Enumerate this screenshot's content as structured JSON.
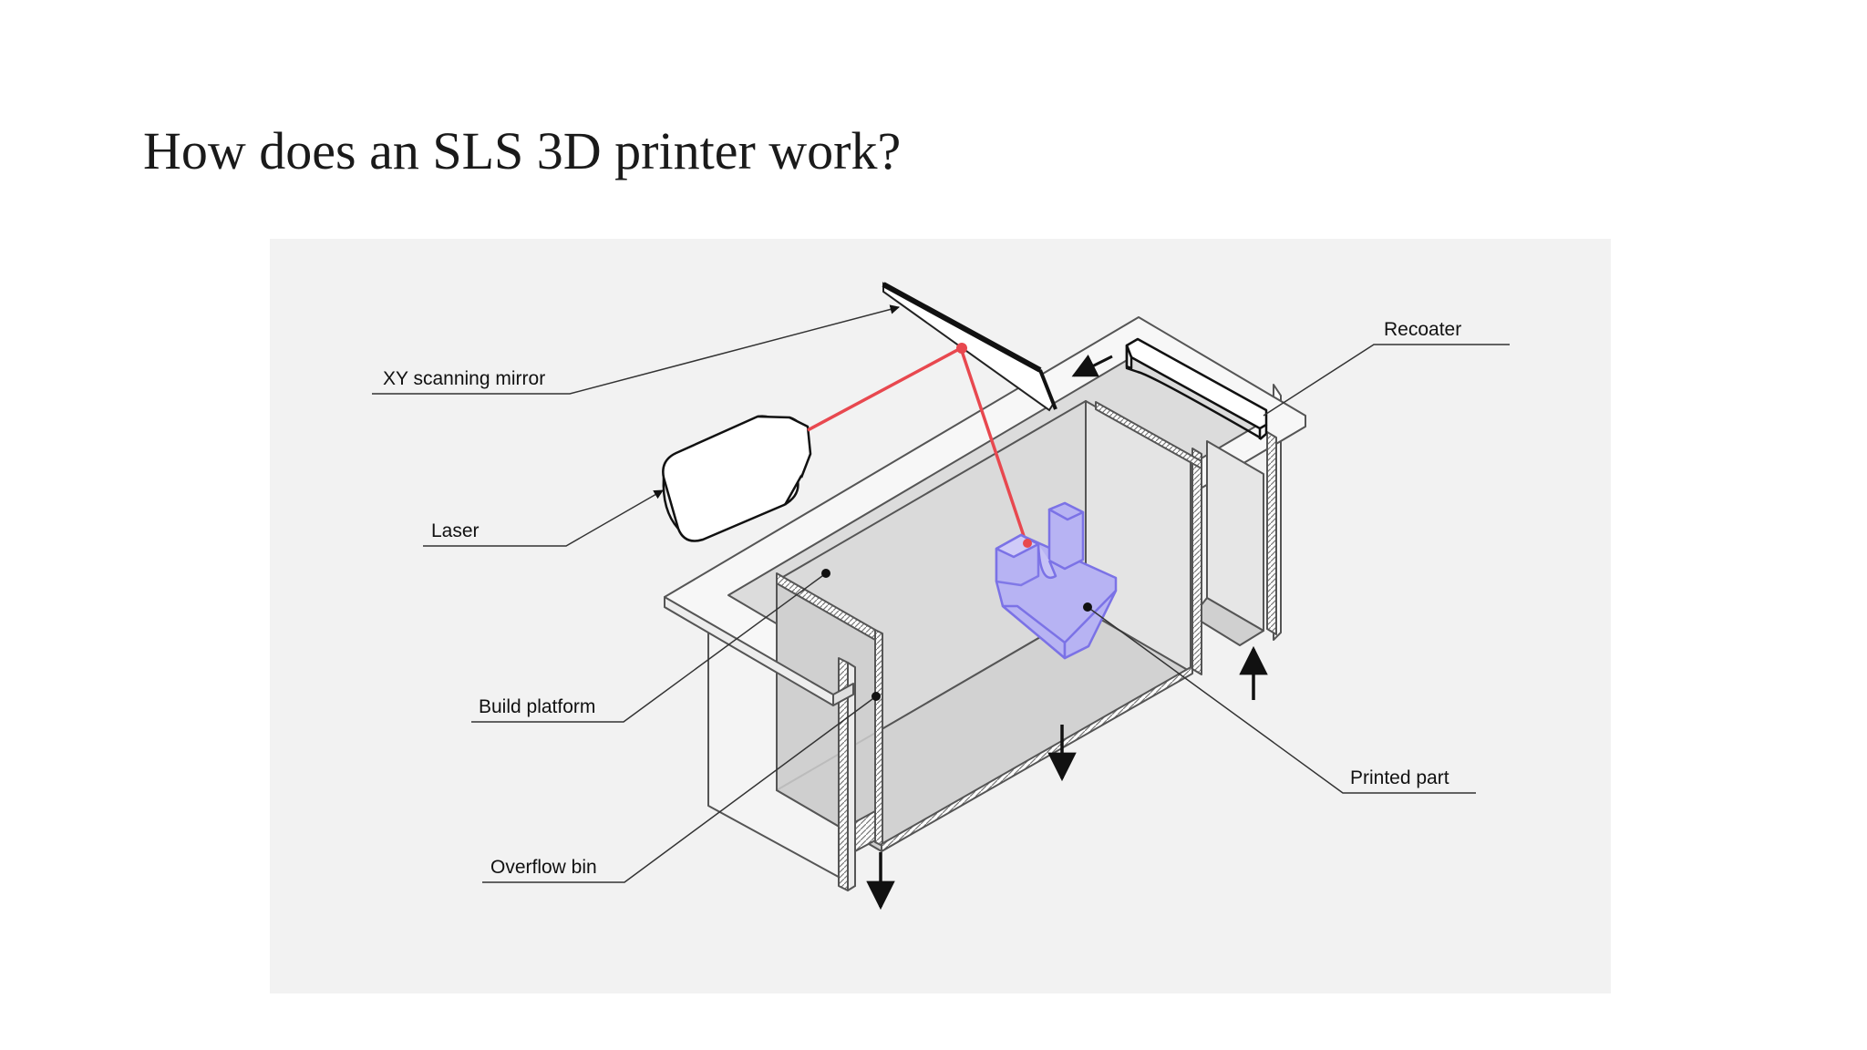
{
  "slide": {
    "title": "How does an SLS 3D printer work?"
  },
  "diagram": {
    "labels": {
      "xy_mirror": "XY scanning mirror",
      "laser": "Laser",
      "build_platform": "Build platform",
      "overflow_bin": "Overflow bin",
      "recoater": "Recoater",
      "printed_part": "Printed part"
    },
    "colors": {
      "panel_bg": "#f2f2f2",
      "laser_beam": "#e8484f",
      "printed_part_fill": "#b7b3f3",
      "printed_part_stroke": "#7b72e6",
      "powder_fill": "#d6d6d6",
      "outline": "#555555"
    }
  }
}
